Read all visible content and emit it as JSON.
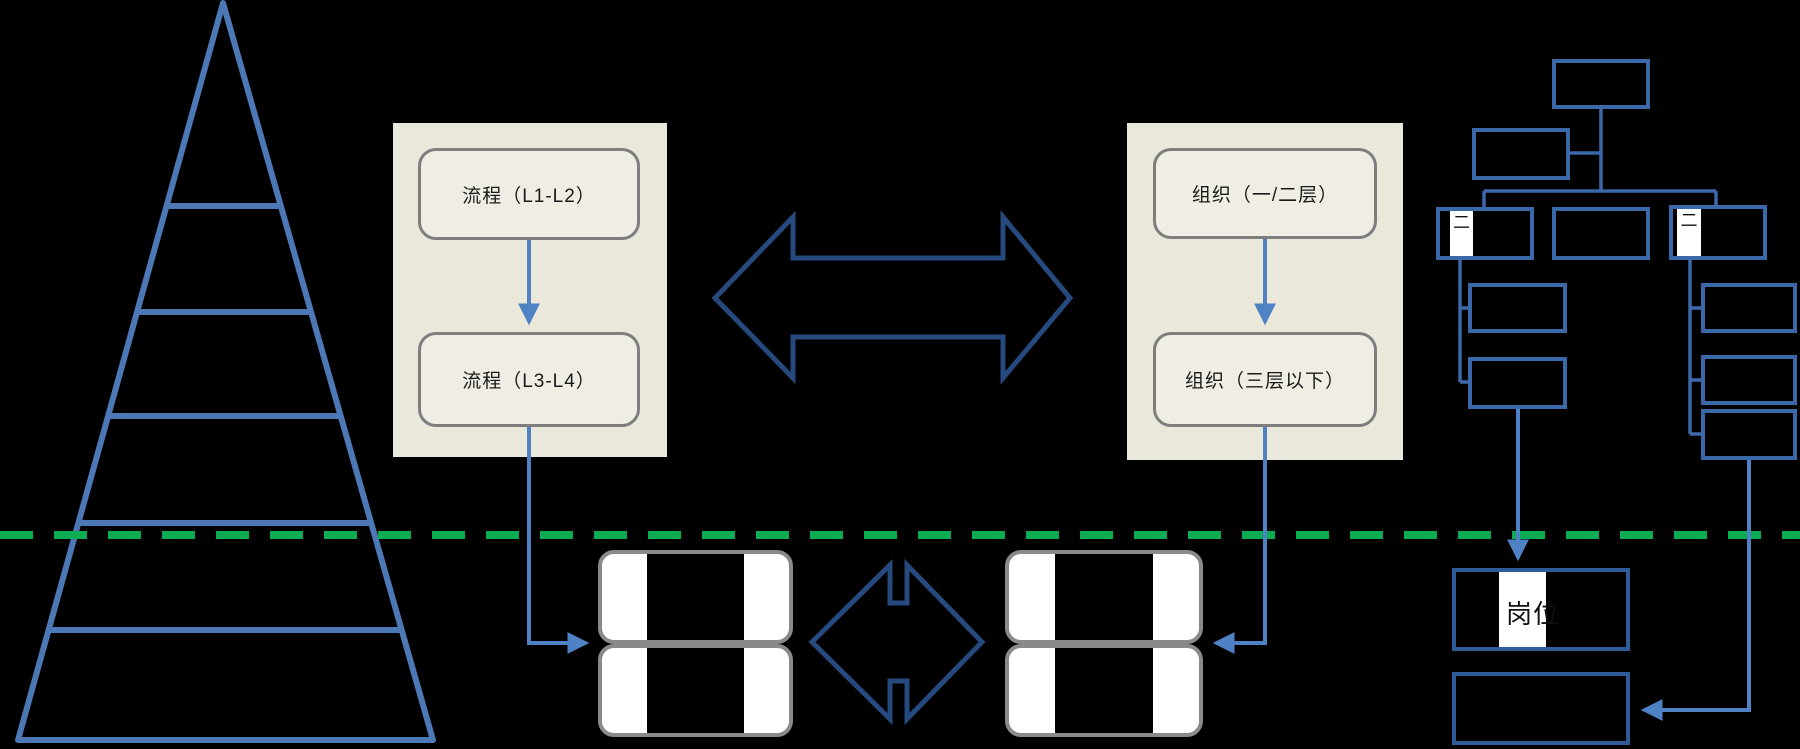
{
  "palette": {
    "background": "#000000",
    "panel_beige": "#EAE7DB",
    "inner_box_beige": "#F0EEE4",
    "gray_border": "#7E7E7E",
    "pyramid_blue": "#4C79B5",
    "org_chart_blue": "#3A68A8",
    "connector_blue": "#4E82C4",
    "double_arrow_navy": "#26497E",
    "divider_green": "#0CAC52"
  },
  "process_panel": {
    "top_box_label": "流程（L1-L2）",
    "bottom_box_label": "流程（L3-L4）"
  },
  "org_panel": {
    "top_box_label": "组织（一/二层）",
    "bottom_box_label": "组织（三层以下）"
  },
  "org_chart": {
    "left_stripe_fragment": "二",
    "right_stripe_fragment": "二"
  },
  "position_box": {
    "label": "岗位"
  },
  "pyramid": {
    "levels": 6
  }
}
